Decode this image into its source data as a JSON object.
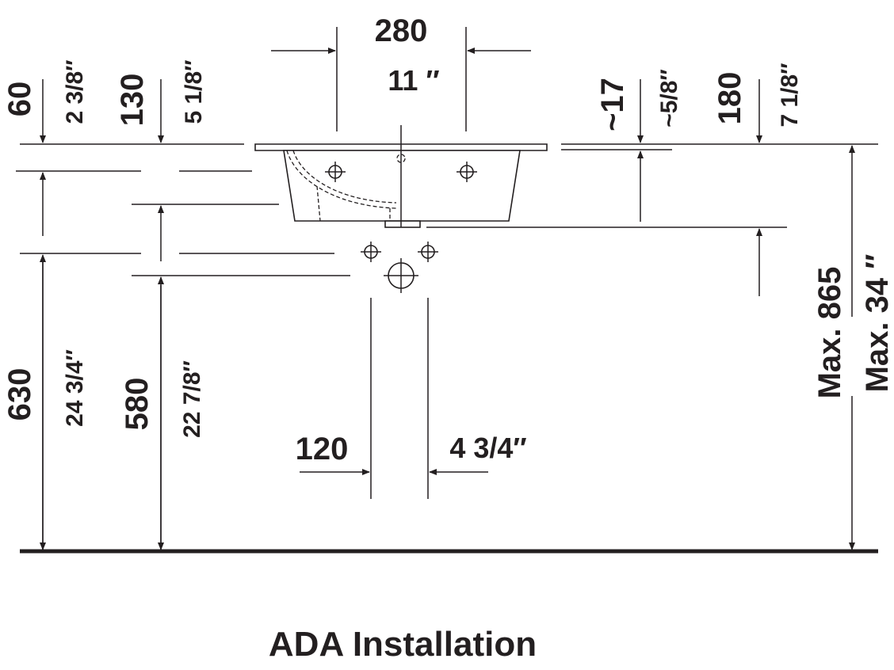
{
  "drawing": {
    "title": "ADA Installation",
    "dimensions": {
      "width_280": "280",
      "width_11": "11 ″",
      "d60": "60",
      "d2_3_8": "2 3/8″",
      "d130": "130",
      "d5_1_8": "5 1/8″",
      "d17": "~17",
      "d5_8": "~5/8″",
      "d180": "180",
      "d7_1_8": "7 1/8″",
      "d630": "630",
      "d24_3_4": "24 3/4″",
      "d580": "580",
      "d22_7_8": "22 7/8″",
      "d120": "120",
      "d4_3_4": "4 3/4″",
      "max865": "Max. 865",
      "max34": "Max. 34 ″"
    }
  }
}
